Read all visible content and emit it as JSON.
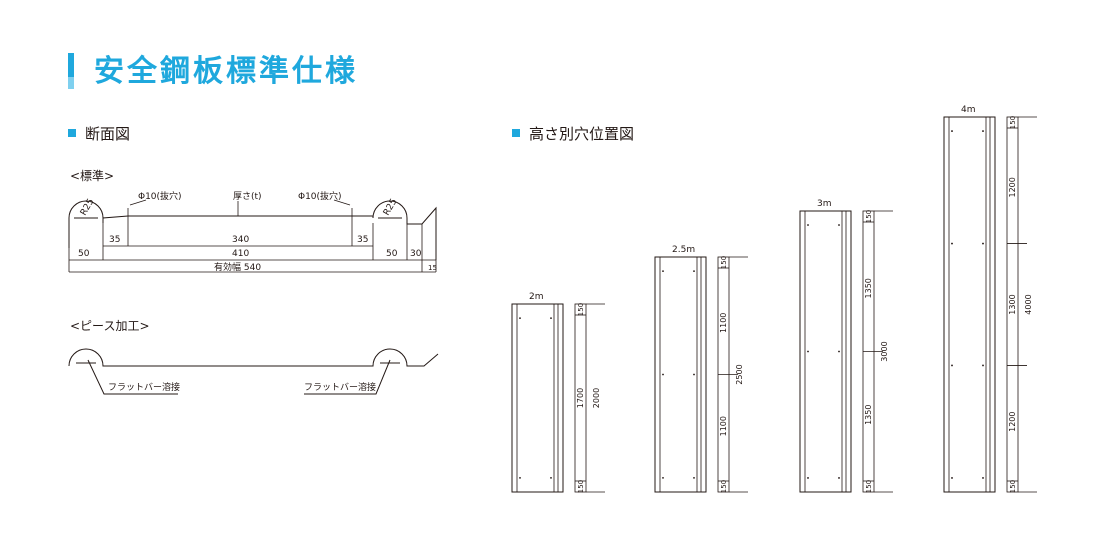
{
  "page_title": "安全鋼板標準仕様",
  "sections": {
    "cross_section": "断面図",
    "hole_position": "高さ別穴位置図"
  },
  "standard": {
    "label": "<標準>",
    "r_left": "R25",
    "r_right": "R25",
    "hole_left": "Φ10(抜穴)",
    "hole_right": "Φ10(抜穴)",
    "thickness": "厚さ(t)",
    "dim_35_left": "35",
    "dim_340": "340",
    "dim_35_right": "35",
    "dim_50_left": "50",
    "dim_410": "410",
    "dim_50_right": "50",
    "dim_30": "30",
    "dim_15": "15",
    "effective_width": "有効幅 540"
  },
  "piece": {
    "label": "<ピース加工>",
    "weld_left": "フラットバー溶接",
    "weld_right": "フラットバー溶接"
  },
  "panels": [
    {
      "height_label": "2m",
      "top": "150",
      "bottom": "150",
      "segments": [
        "1700"
      ],
      "total": "2000"
    },
    {
      "height_label": "2.5m",
      "top": "150",
      "bottom": "150",
      "segments": [
        "1100",
        "1100"
      ],
      "total": "2500"
    },
    {
      "height_label": "3m",
      "top": "150",
      "bottom": "150",
      "segments": [
        "1350",
        "1350"
      ],
      "total": "3000"
    },
    {
      "height_label": "4m",
      "top": "150",
      "bottom": "150",
      "segments": [
        "1200",
        "1300",
        "1200"
      ],
      "total": "4000"
    }
  ]
}
